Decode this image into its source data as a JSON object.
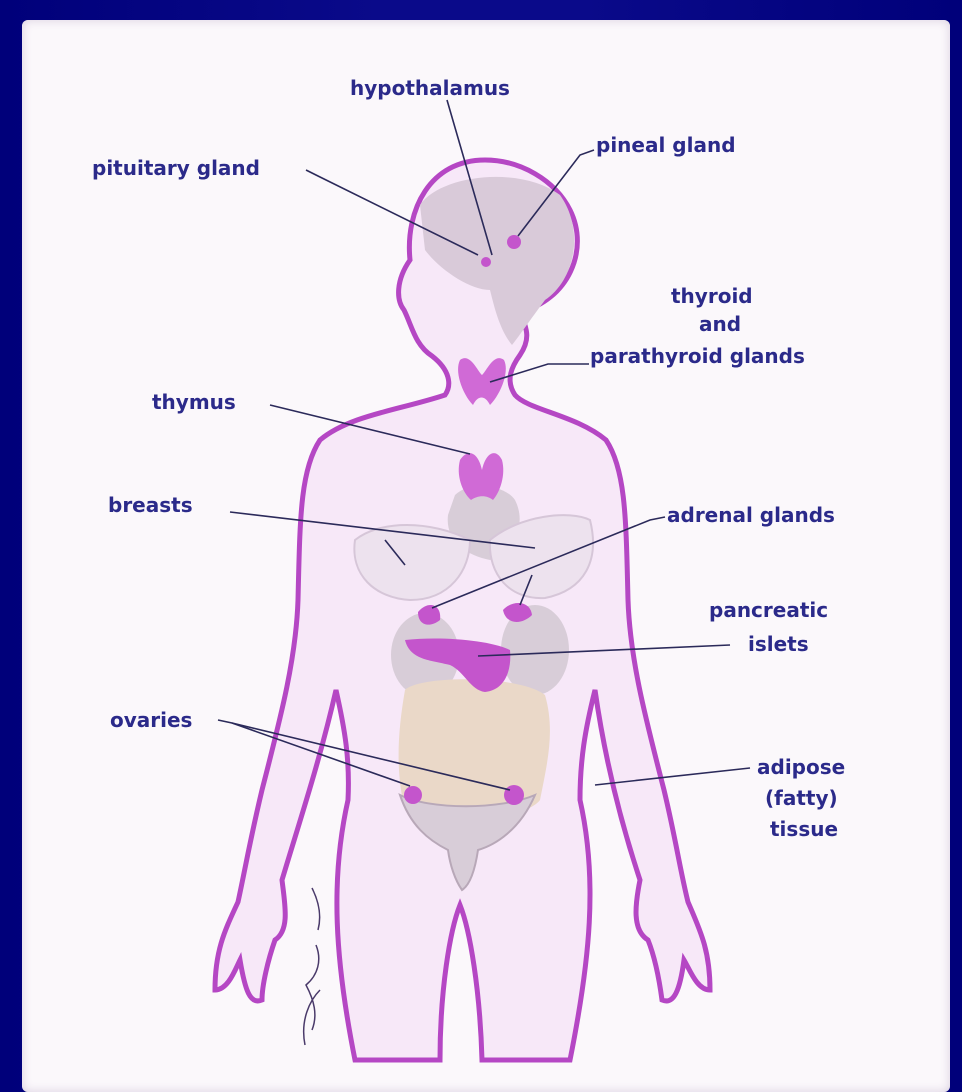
{
  "diagram": {
    "labels": {
      "hypothalamus": "hypothalamus",
      "pineal": "pineal gland",
      "pituitary": "pituitary gland",
      "thyroid_1": "thyroid",
      "thyroid_2": "and",
      "thyroid_3": "parathyroid glands",
      "thymus": "thymus",
      "breasts": "breasts",
      "adrenal": "adrenal glands",
      "pancreatic_1": "pancreatic",
      "pancreatic_2": "islets",
      "ovaries": "ovaries",
      "adipose_1": "adipose",
      "adipose_2": "(fatty)",
      "adipose_3": "tissue"
    },
    "colors": {
      "background": "#0a0a78",
      "panel": "#fbf8fb",
      "body_fill": "#f7e8f8",
      "body_outline": "#b547c4",
      "gland": "#c455cc",
      "organ": "#d8cdd8",
      "intestine": "#ead8c8",
      "label_text": "#2b2a8a"
    }
  }
}
